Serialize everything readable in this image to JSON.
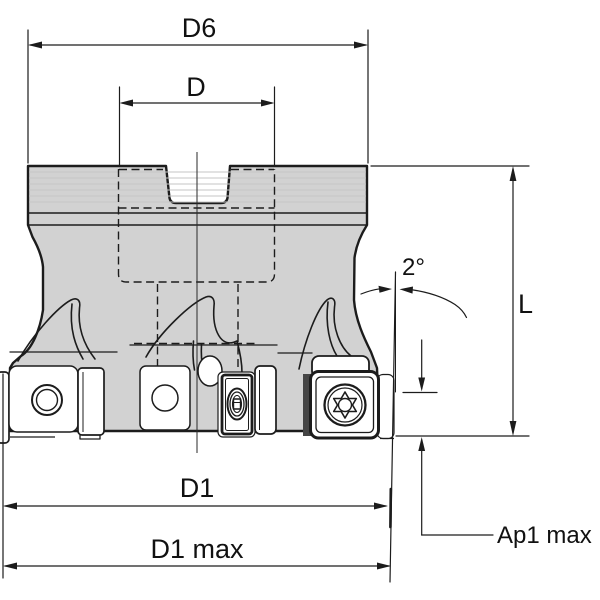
{
  "drawing": {
    "title": "face-mill-dimension-drawing",
    "labels": {
      "d6": "D6",
      "d": "D",
      "angle": "2°",
      "l": "L",
      "d1": "D1",
      "d1_max": "D1 max",
      "ap1_max": "Ap1 max"
    },
    "colors": {
      "body_fill": "#d2d2d2",
      "line": "#1c1c1c",
      "background": "#ffffff"
    }
  }
}
